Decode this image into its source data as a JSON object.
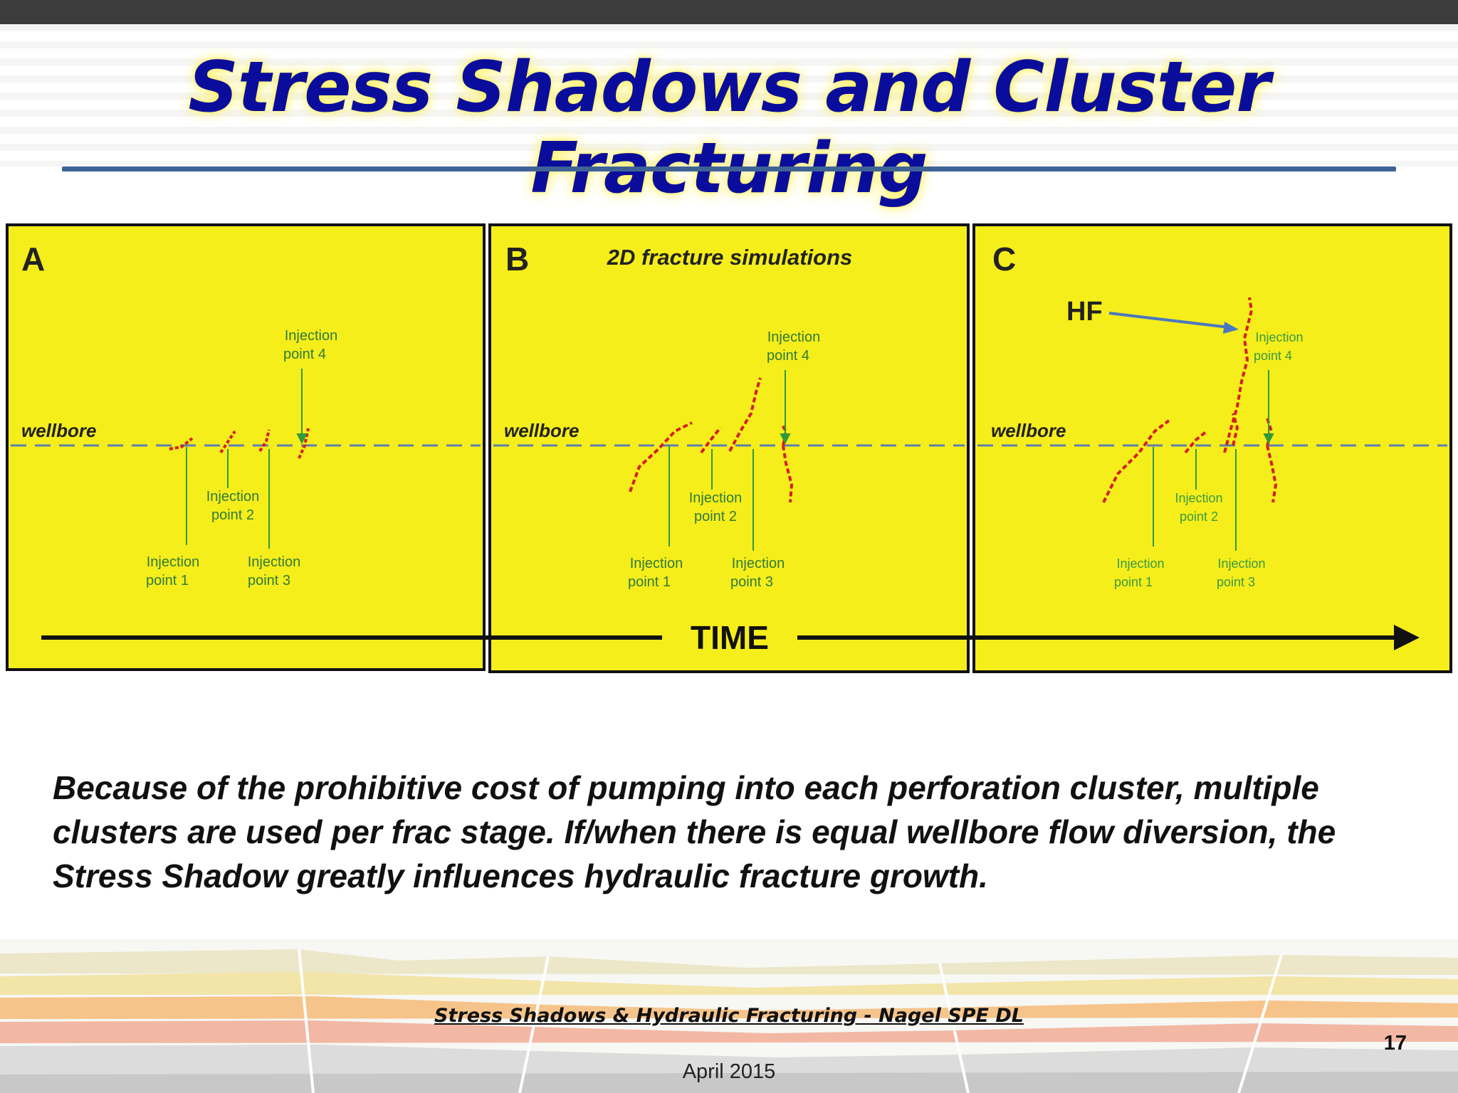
{
  "slide": {
    "title": "Stress Shadows and Cluster Fracturing",
    "body": "Because of the prohibitive cost of pumping into each perforation cluster, multiple clusters are used per frac stage. If/when there is equal wellbore flow diversion, the Stress Shadow greatly influences hydraulic fracture growth.",
    "footer_title": "Stress Shadows & Hydraulic Fracturing - Nagel SPE DL",
    "footer_date": "April 2015",
    "page_number": "17"
  },
  "figure": {
    "caption": "2D fracture simulations",
    "time_label": "TIME",
    "colors": {
      "panel": "#f5ee1a",
      "fracture": "#d42020",
      "wellbore": "#5b7fb2",
      "annotation": "#2f9a3a",
      "arrow": "#4a78c0"
    },
    "panels": [
      {
        "letter": "A",
        "wellbore_label": "wellbore",
        "labels": {
          "p1": [
            "Injection",
            "point 1"
          ],
          "p2": [
            "Injection",
            "point 2"
          ],
          "p3": [
            "Injection",
            "point 3"
          ],
          "p4": [
            "Injection",
            "point 4"
          ]
        }
      },
      {
        "letter": "B",
        "wellbore_label": "wellbore",
        "labels": {
          "p1": [
            "Injection",
            "point 1"
          ],
          "p2": [
            "Injection",
            "point 2"
          ],
          "p3": [
            "Injection",
            "point 3"
          ],
          "p4": [
            "Injection",
            "point 4"
          ]
        }
      },
      {
        "letter": "C",
        "wellbore_label": "wellbore",
        "hf_label": "HF",
        "labels": {
          "p1": [
            "Injection",
            "point 1"
          ],
          "p2": [
            "Injection",
            "point 2"
          ],
          "p3": [
            "Injection",
            "point 3"
          ],
          "p4": [
            "Injection",
            "point 4"
          ]
        }
      }
    ]
  }
}
